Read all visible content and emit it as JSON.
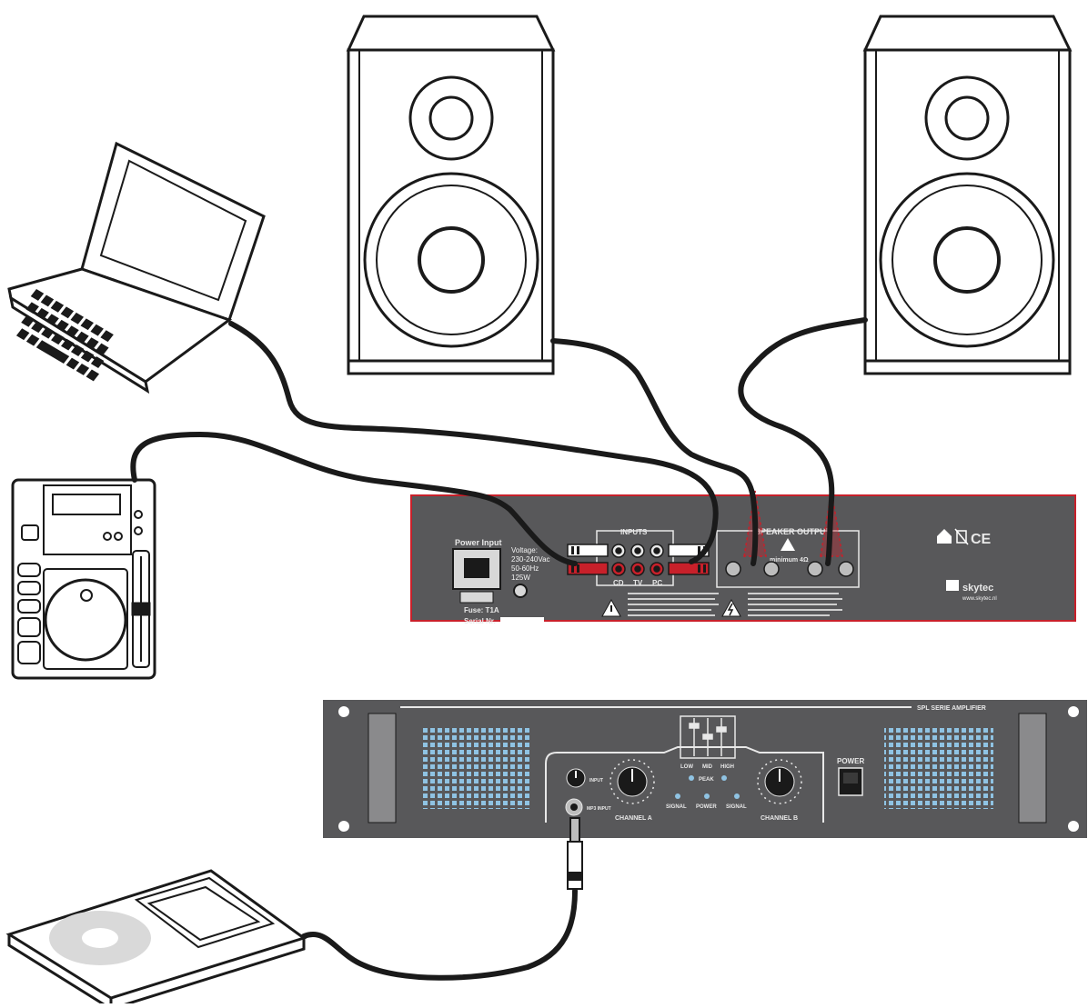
{
  "diagram": {
    "devices": [
      "laptop",
      "cd-player",
      "speaker-left",
      "speaker-right",
      "amplifier-rear",
      "amplifier-front",
      "mp3-player"
    ],
    "connections": [
      {
        "from": "laptop",
        "to": "amplifier-rear.inputs.PC"
      },
      {
        "from": "cd-player",
        "to": "amplifier-rear.inputs.CD"
      },
      {
        "from": "speaker-left",
        "to": "amplifier-rear.speaker-output-a"
      },
      {
        "from": "speaker-right",
        "to": "amplifier-rear.speaker-output-b"
      },
      {
        "from": "mp3-player",
        "to": "amplifier-front.mp3-input"
      }
    ]
  },
  "rear_panel": {
    "power_input": "Power Input",
    "voltage_lines": [
      "Voltage:",
      "230-240Vac",
      "50-60Hz",
      "125W"
    ],
    "fuse": "Fuse: T1A",
    "serial": "Serial Nr.",
    "inputs_title": "INPUTS",
    "input_labels": [
      "CD",
      "TV",
      "PC"
    ],
    "speaker_output_title": "SPEAKER OUTPUT",
    "impedance": "minimum 4Ω",
    "brand": "skytec",
    "brand_url": "www.skytec.nl",
    "ce_mark": "CE"
  },
  "front_panel": {
    "series_label": "SPL SERIE AMPLIFIER",
    "eq_labels": [
      "LOW",
      "MID",
      "HIGH"
    ],
    "peak": "PEAK",
    "signal_a": "SIGNAL",
    "power_led": "POWER",
    "signal_b": "SIGNAL",
    "channel_a": "CHANNEL A",
    "channel_b": "CHANNEL B",
    "power_switch": "POWER",
    "input_labels": [
      "INPUT",
      "MP3 INPUT"
    ],
    "colors": {
      "chassis": "#58585a",
      "led": "#8fc3e3",
      "outline": "#1a1a1a",
      "accent_red": "#c8202a"
    }
  }
}
